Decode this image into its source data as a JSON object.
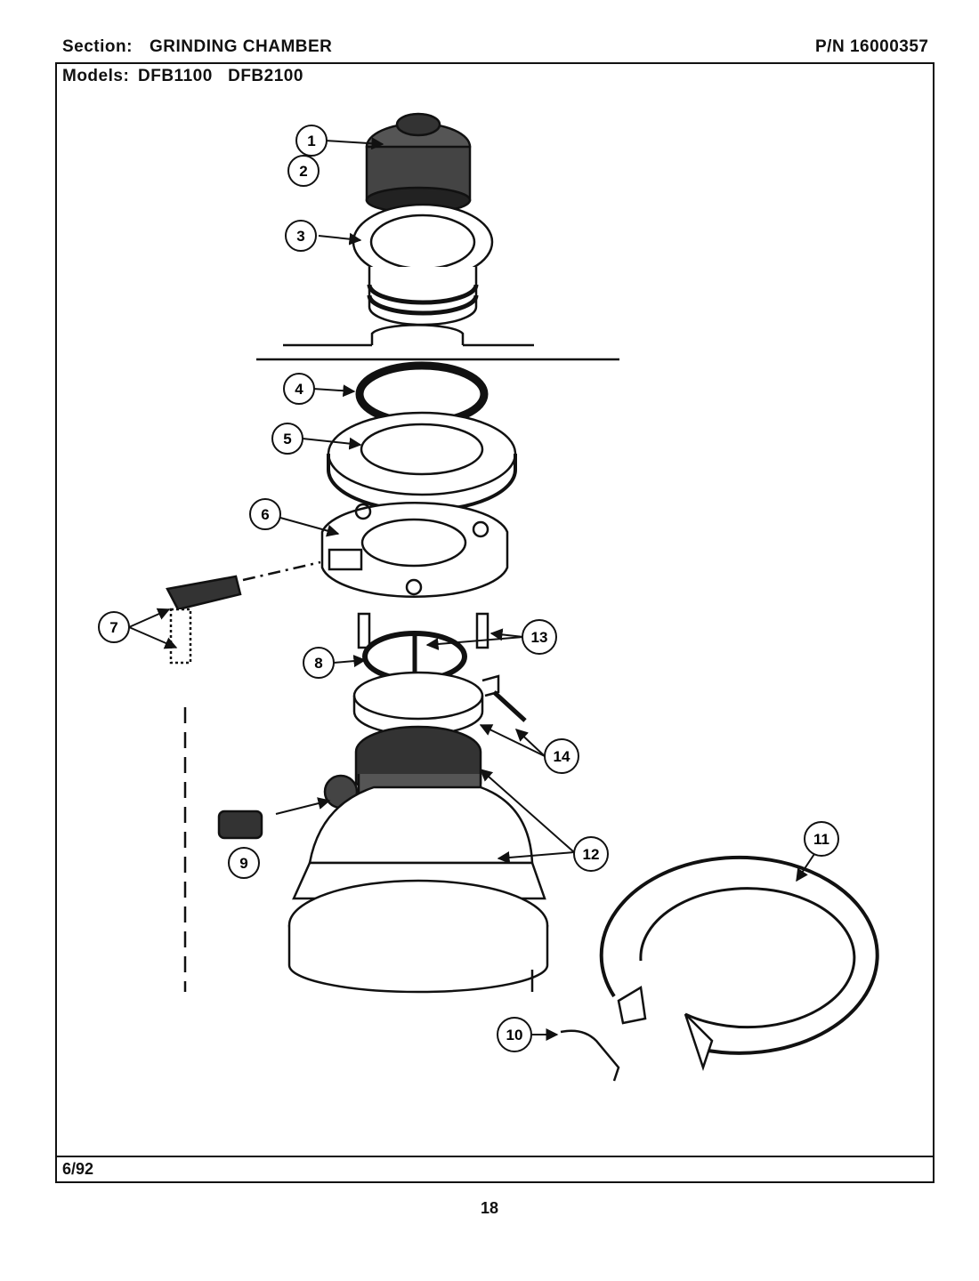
{
  "header": {
    "section_label": "Section:",
    "section_value": "GRINDING CHAMBER",
    "part_number": "P/N 16000357",
    "models_label": "Models:",
    "models_value": "DFB1100   DFB2100"
  },
  "footer": {
    "date": "6/92",
    "page_number": "18"
  },
  "callouts": [
    "1",
    "2",
    "3",
    "4",
    "5",
    "6",
    "7",
    "8",
    "9",
    "10",
    "11",
    "12",
    "13",
    "14"
  ]
}
